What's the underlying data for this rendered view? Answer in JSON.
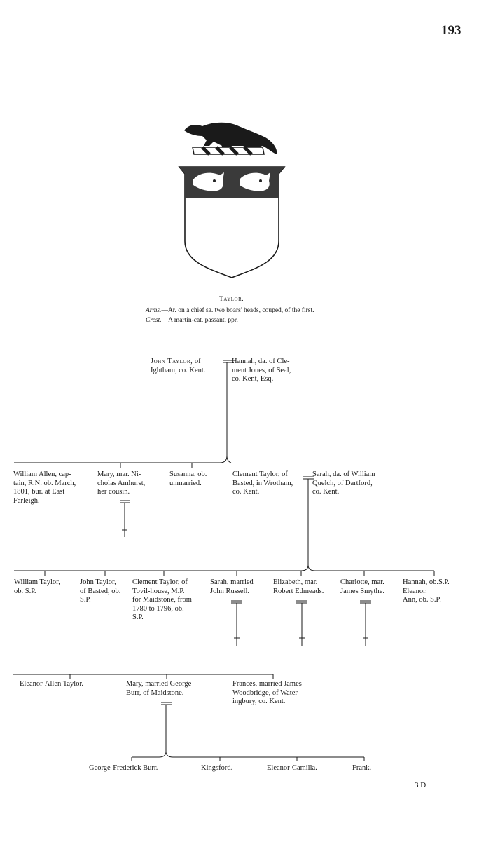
{
  "page_number": "193",
  "signature_mark": "3 D",
  "heraldry": {
    "family": "Taylor.",
    "arms_label": "Arms.",
    "arms_text": "—Ar. on a chief sa. two boars' heads, couped, of the first.",
    "crest_label": "Crest.",
    "crest_text": "—A martin-cat, passant, ppr."
  },
  "generation1": {
    "john_name": "John Taylor,",
    "john_rest": " of\nIghtham, co. Kent.",
    "hannah": "Hannah, da. of Cle-\nment Jones, of Seal,\nco. Kent, Esq."
  },
  "generation2": {
    "william_allen": "William Allen, cap-\ntain, R.N. ob. March,\n1801, bur. at East\nFarleigh.",
    "mary": "Mary, mar. Ni-\ncholas Amhurst,\nher cousin.",
    "susanna": "Susanna, ob.\nunmarried.",
    "clement": "Clement Taylor, of\nBasted, in Wrotham,\nco. Kent.",
    "sarah_quelch": "Sarah, da. of William\nQuelch, of Dartford,\nco. Kent."
  },
  "generation3": {
    "william": "William Taylor,\nob. S.P.",
    "john": "John Taylor,\nof Basted, ob.\nS.P.",
    "clement": "Clement Taylor, of\nTovil-house, M.P.\nfor Maidstone, from\n1780 to 1796, ob.\nS.P.",
    "sarah": "Sarah, married\nJohn Russell.",
    "elizabeth": "Elizabeth, mar.\nRobert Edmeads.",
    "charlotte": "Charlotte, mar.\nJames Smythe.",
    "hannah": "Hannah, ob.S.P.\nEleanor.\nAnn, ob. S.P."
  },
  "generation4": {
    "eleanor_allen": "Eleanor-Allen Taylor.",
    "mary_burr": "Mary, married George\nBurr, of Maidstone.",
    "frances": "Frances, married James\nWoodbridge, of Water-\ningbury, co. Kent."
  },
  "generation5": {
    "george_frederick": "George-Frederick Burr.",
    "kingsford": "Kingsford.",
    "eleanor_camilla": "Eleanor-Camilla.",
    "frank": "Frank."
  }
}
